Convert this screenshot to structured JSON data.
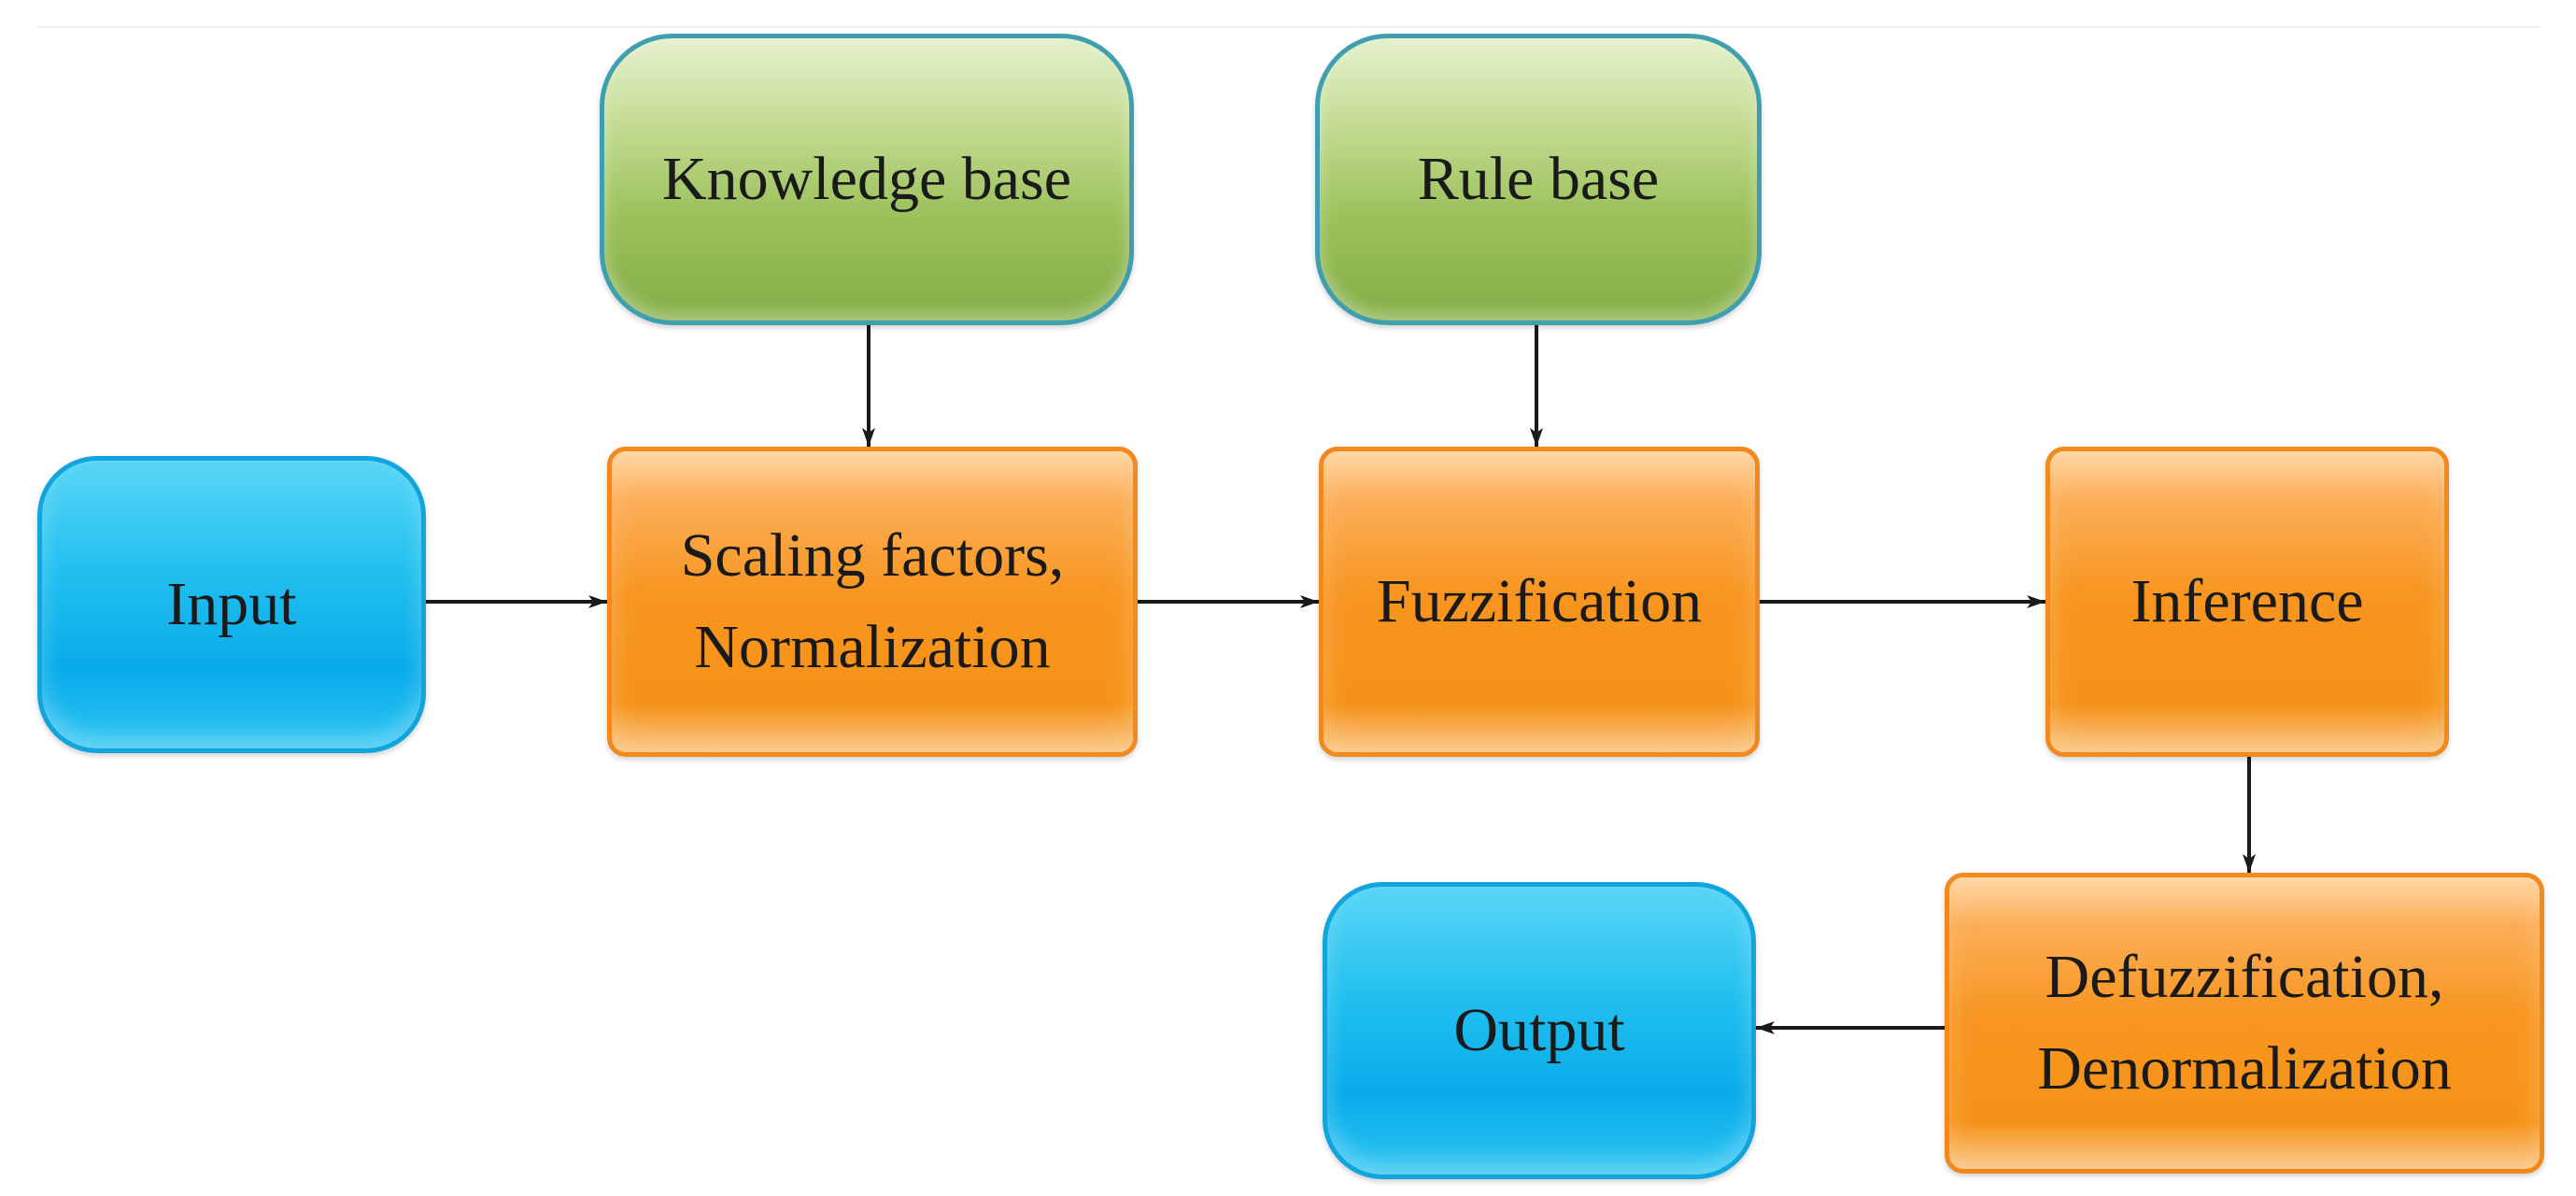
{
  "nodes": {
    "knowledge_base": {
      "lines": [
        "Knowledge base"
      ]
    },
    "rule_base": {
      "lines": [
        "Rule base"
      ]
    },
    "input": {
      "lines": [
        "Input"
      ]
    },
    "scaling": {
      "lines": [
        "Scaling factors,",
        "Normalization"
      ]
    },
    "fuzzification": {
      "lines": [
        "Fuzzification"
      ]
    },
    "inference": {
      "lines": [
        "Inference"
      ]
    },
    "defuzzification": {
      "lines": [
        "Defuzzification,",
        "Denormalization"
      ]
    },
    "output": {
      "lines": [
        "Output"
      ]
    }
  },
  "edges": [
    {
      "from": "knowledge_base",
      "to": "scaling"
    },
    {
      "from": "rule_base",
      "to": "fuzzification"
    },
    {
      "from": "input",
      "to": "scaling"
    },
    {
      "from": "scaling",
      "to": "fuzzification"
    },
    {
      "from": "fuzzification",
      "to": "inference"
    },
    {
      "from": "inference",
      "to": "defuzzification"
    },
    {
      "from": "defuzzification",
      "to": "output"
    }
  ],
  "colors": {
    "green_fill": "#9dc25d",
    "green_border": "#3f9fb0",
    "orange_fill": "#f7951f",
    "orange_border": "#f08a1e",
    "blue_fill": "#09acea",
    "blue_border": "#12a4dd",
    "arrow": "#1a1a1a"
  }
}
